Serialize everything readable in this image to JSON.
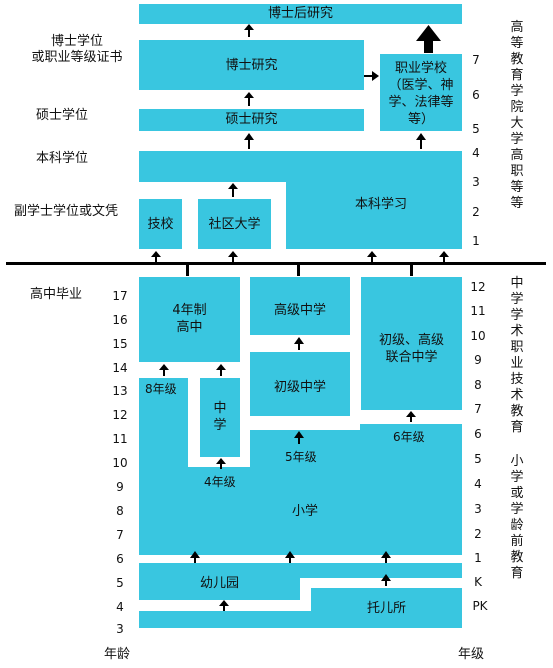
{
  "top_labels": {
    "doctorate": "博士学位\n或职业等级证书",
    "masters": "硕士学位",
    "bachelors": "本科学位",
    "associate": "副学士学位或文凭",
    "hs_graduation": "高中毕业",
    "age_axis": "年龄",
    "grade_axis": "年级"
  },
  "higher_ed_boxes": {
    "postdoc": "博士后研究",
    "doctoral": "博士研究",
    "masters_study": "硕士研究",
    "professional": "职业学校\n（医学、神\n学、法律等\n等）",
    "undergrad": "本科学习",
    "technical": "技校",
    "community": "社区大学"
  },
  "secondary_boxes": {
    "hs_4yr": "4年制\n高中",
    "senior_high": "高级中学",
    "junior_senior": "初级、高级\n联合中学",
    "junior_high": "初级中学",
    "middle": "中\n学",
    "elementary": "小学",
    "kindergarten": "幼儿园",
    "nursery": "托儿所"
  },
  "grade_notes": {
    "g8a": "8年级",
    "g4": "4年级",
    "g5": "5年级",
    "g6": "6年级"
  },
  "vertical_labels": {
    "higher": "高等教育学院大学高职等等",
    "secondary": "中学学术职业技术教育",
    "primary": "小学或学龄前教育"
  },
  "higher_years": [
    "7",
    "6",
    "5",
    "4",
    "3",
    "2",
    "1"
  ],
  "grades": [
    "12",
    "11",
    "10",
    "9",
    "8",
    "7",
    "6",
    "5",
    "4",
    "3",
    "2",
    "1",
    "K",
    "PK"
  ],
  "ages": [
    "17",
    "16",
    "15",
    "14",
    "13",
    "12",
    "11",
    "10",
    "9",
    "8",
    "7",
    "6",
    "5",
    "4",
    "3"
  ],
  "colors": {
    "box": "#39c6e0",
    "ink": "#000000",
    "divider": "#000000"
  }
}
